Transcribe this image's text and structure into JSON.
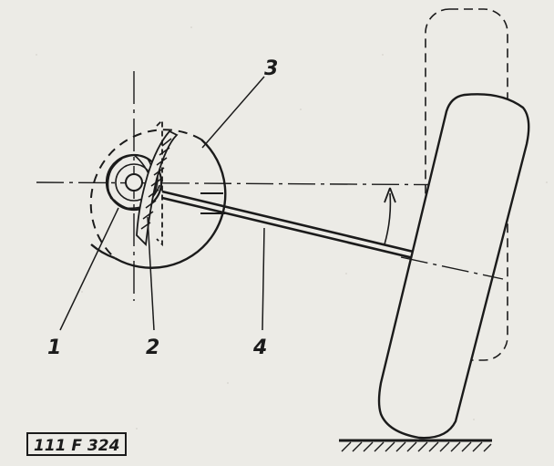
{
  "diagram": {
    "callouts": [
      {
        "id": "1",
        "label": "1"
      },
      {
        "id": "2",
        "label": "2"
      },
      {
        "id": "3",
        "label": "3"
      },
      {
        "id": "4",
        "label": "4"
      }
    ],
    "figure_code": "111 F 324",
    "colors": {
      "ink": "#1b1b1b",
      "paper": "#ecebe6"
    }
  }
}
